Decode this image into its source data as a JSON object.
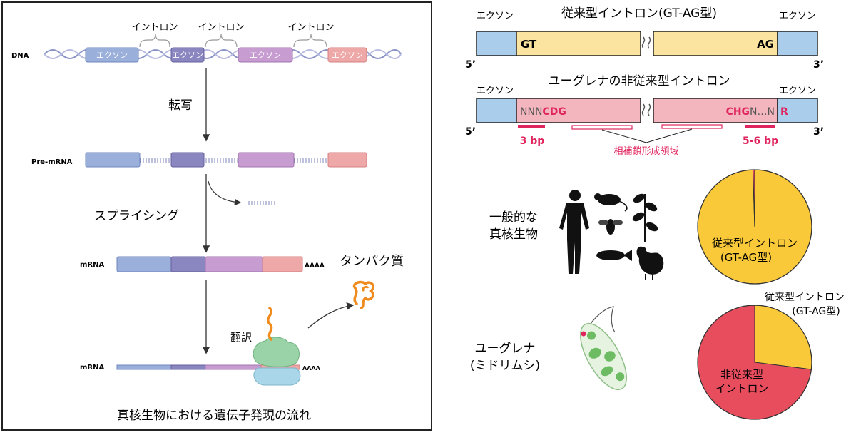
{
  "left": {
    "dna_label": "DNA",
    "premrna_label": "Pre-mRNA",
    "mrna_label": "mRNA",
    "mrna2_label": "mRNA",
    "intron_label": "イントロン",
    "exon_label": "エクソン",
    "transcription": "転写",
    "splicing": "スプライシング",
    "protein": "タンパク質",
    "translation": "翻訳",
    "polya": "AAAA",
    "caption": "真核生物における遺伝子発現の流れ"
  },
  "gtag": {
    "title": "従来型イントロン(GT-AG型)",
    "exon_left": "エクソン",
    "exon_right": "エクソン",
    "gt": "GT",
    "ag": "AG",
    "five": "5’",
    "three": "3’"
  },
  "euglena_intron": {
    "title": "ユーグレナの非従来型イントロン",
    "exon_left": "エクソン",
    "exon_right": "エクソン",
    "seq_left_plain": "NNN",
    "seq_left_red": "CDG",
    "seq_right_red": "CHG",
    "seq_right_plain": "N…N",
    "seq_right_r": "R",
    "five": "5’",
    "three": "3’",
    "bp_left": "3 bp",
    "bp_right": "5-6 bp",
    "complement": "相補鎖形成領域"
  },
  "comparison": {
    "general_label_1": "一般的な",
    "general_label_2": "真核生物",
    "euglena_label_1": "ユーグレナ",
    "euglena_label_2": "(ミドリムシ)",
    "pie1_label_1": "従来型イントロン",
    "pie1_label_2": "(GT-AG型)",
    "pie2_top_label_1": "従来型イントロン",
    "pie2_top_label_2": "(GT-AG型)",
    "pie2_label_1": "非従来型",
    "pie2_label_2": "イントロン"
  },
  "chart_data": [
    {
      "type": "pie",
      "title": "一般的な真核生物",
      "categories": [
        "従来型イントロン(GT-AG型)",
        "非従来型イントロン"
      ],
      "values": [
        99.5,
        0.5
      ],
      "colors": [
        "#F9C93A",
        "#E84D5E"
      ]
    },
    {
      "type": "pie",
      "title": "ユーグレナ(ミドリムシ)",
      "categories": [
        "従来型イントロン(GT-AG型)",
        "非従来型イントロン"
      ],
      "values": [
        27,
        73
      ],
      "colors": [
        "#F9C93A",
        "#E84D5E"
      ]
    }
  ],
  "colors": {
    "exon_blue": "#9AB0DA",
    "exon_purple": "#8A86C0",
    "exon_violet": "#C79CD1",
    "exon_pink": "#EEA8A8",
    "accent_red": "#E0245E",
    "gtag_yellow": "#FBE3A0",
    "euglena_pink": "#F3B5BE",
    "right_blue": "#A9CDEB"
  }
}
